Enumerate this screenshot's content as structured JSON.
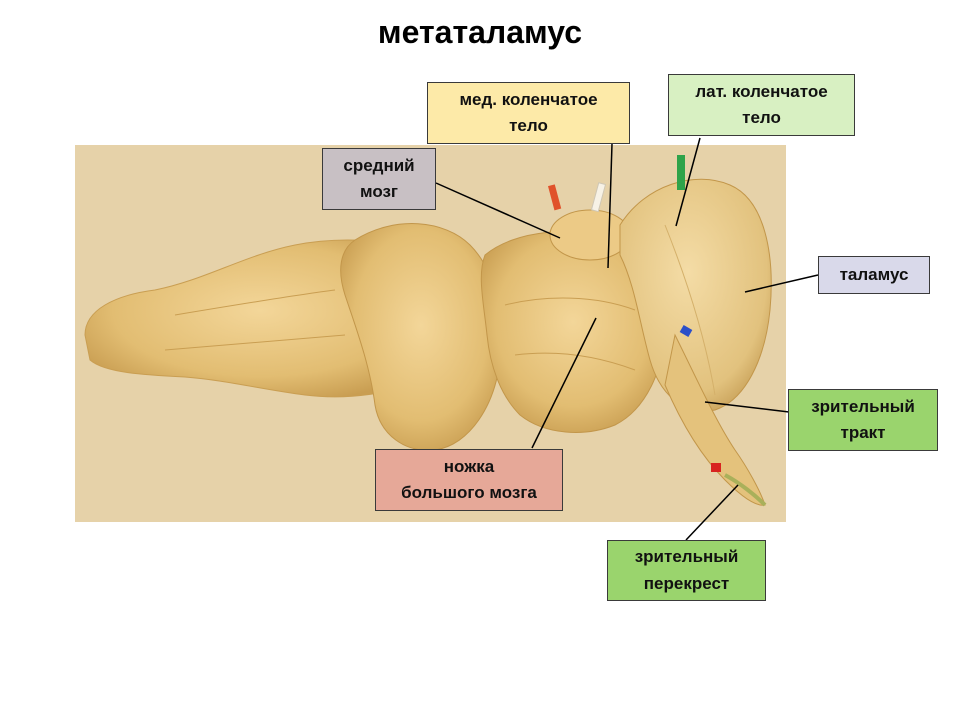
{
  "title": "метаталамус",
  "image": {
    "description_icon": "brainstem-specimen-photo"
  },
  "labels": {
    "med_geniculate": {
      "line1": "мед. коленчатое",
      "line2": "тело",
      "color": "#fdeaa8"
    },
    "lat_geniculate": {
      "line1": "лат. коленчатое",
      "line2": "тело",
      "color": "#d8f0c2"
    },
    "midbrain": {
      "line1": "средний",
      "line2": "мозг",
      "color": "#c8c0c4"
    },
    "thalamus": {
      "line1": "таламус",
      "color": "#d9d9ea"
    },
    "optic_tract": {
      "line1": "зрительный",
      "line2": "тракт",
      "color": "#9ad46d"
    },
    "cerebral_peduncle": {
      "line1": "ножка",
      "line2": "большого мозга",
      "color": "#e6a898"
    },
    "optic_chiasm": {
      "line1": "зрительный",
      "line2": "перекрест",
      "color": "#9ad46d"
    }
  },
  "colors": {
    "background": "#ffffff",
    "photo_background": "#e6d2a9",
    "tissue": "#e8c67e",
    "leader_line": "#000000"
  }
}
